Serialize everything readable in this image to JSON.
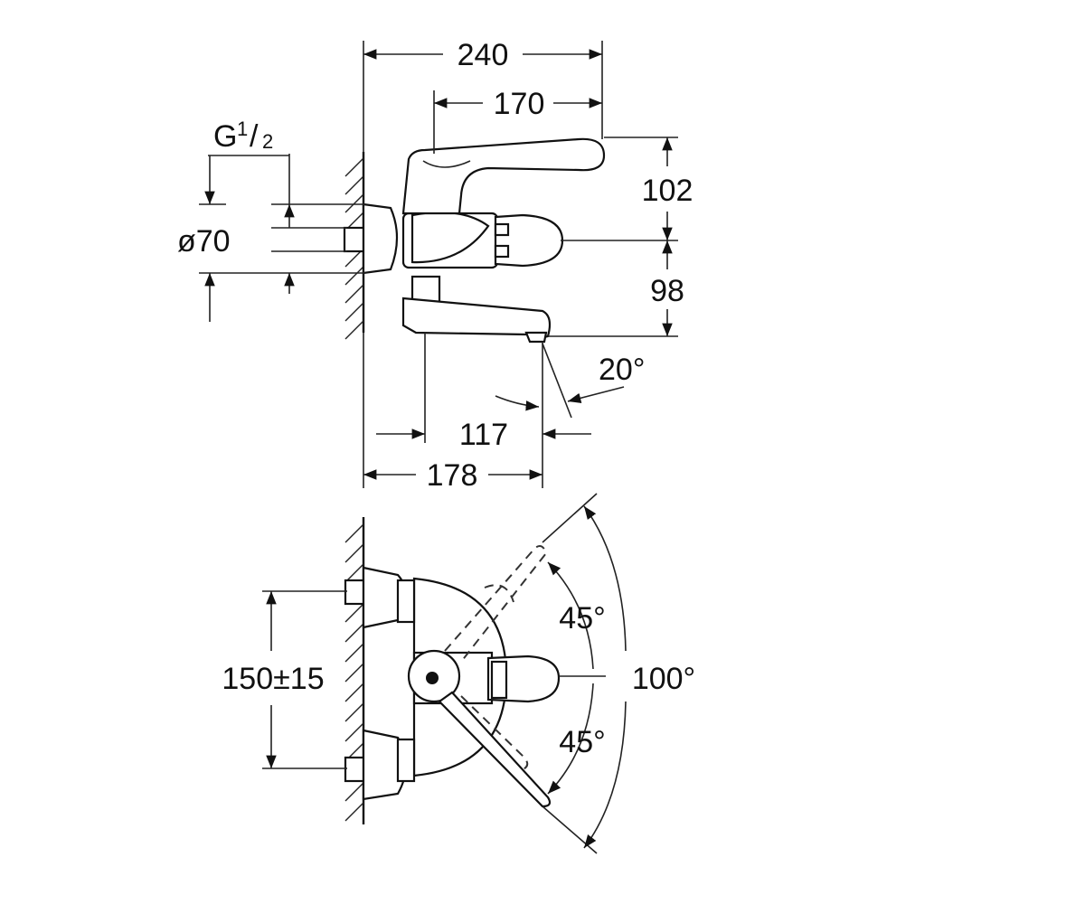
{
  "side_view": {
    "dim_overall_width": "240",
    "dim_lever_width": "170",
    "dim_thread": "G",
    "dim_thread_frac_num": "1",
    "dim_thread_frac_den": "2",
    "dim_diameter": "ø70",
    "dim_top_height": "102",
    "dim_bottom_height": "98",
    "dim_spout_angle": "20°",
    "dim_spout_offset": "117",
    "dim_spout_reach": "178"
  },
  "top_view": {
    "dim_center_distance": "150±15",
    "dim_angle_upper": "45°",
    "dim_angle_lower": "45°",
    "dim_angle_total": "100°"
  }
}
